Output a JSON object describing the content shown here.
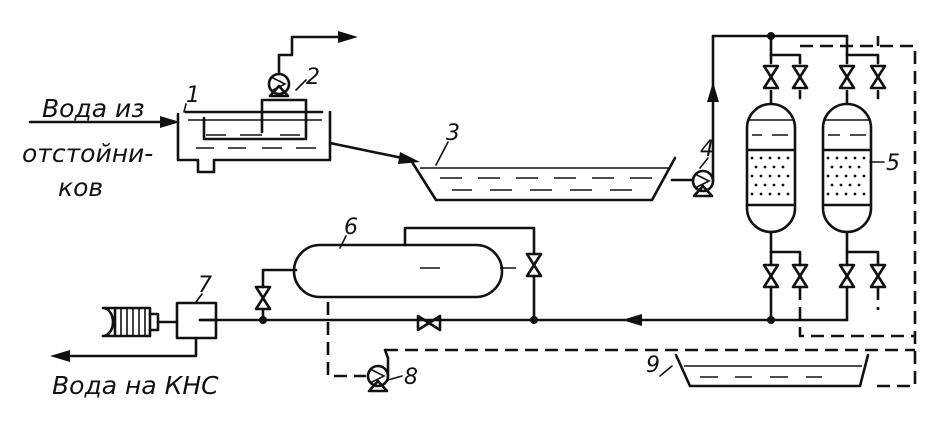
{
  "labels": {
    "inlet_line1": "Вода из",
    "inlet_line2": "отстойни-",
    "inlet_line3": "ков",
    "outlet": "Вода на КНС"
  },
  "callouts": [
    "1",
    "2",
    "3",
    "4",
    "5",
    "6",
    "7",
    "8",
    "9"
  ]
}
